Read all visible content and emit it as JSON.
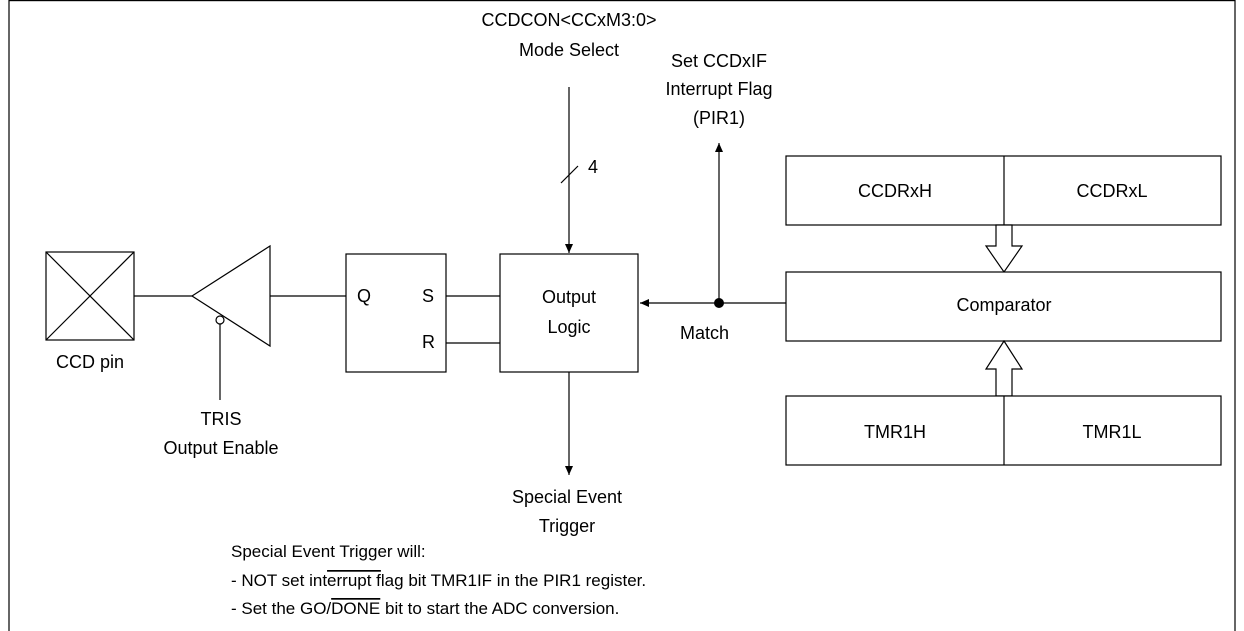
{
  "labels": {
    "ccdcon_line1": "CCDCON<CCxM3:0>",
    "ccdcon_line2": "Mode Select",
    "flag_line1": "Set CCDxIF",
    "flag_line2": "Interrupt Flag",
    "flag_line3": "(PIR1)",
    "bus_width": "4",
    "ccdrxh": "CCDRxH",
    "ccdrxl": "CCDRxL",
    "comparator": "Comparator",
    "tmr1h": "TMR1H",
    "tmr1l": "TMR1L",
    "output_logic_line1": "Output",
    "output_logic_line2": "Logic",
    "match": "Match",
    "latch_q": "Q",
    "latch_s": "S",
    "latch_r": "R",
    "ccd_pin": "CCD pin",
    "tris_line1": "TRIS",
    "tris_line2": "Output Enable",
    "trigger_line1": "Special Event",
    "trigger_line2": "Trigger"
  },
  "notes": {
    "heading": "Special Event Trigger will:",
    "line1_pre": "- NOT set int",
    "line1_overlined": "errupt f",
    "line1_post": "lag bit TMR1IF in the PIR1 register.",
    "line2_pre": "- Set the GO/",
    "line2_overlined": "DONE",
    "line2_post": " bit to start the ADC conversion."
  }
}
